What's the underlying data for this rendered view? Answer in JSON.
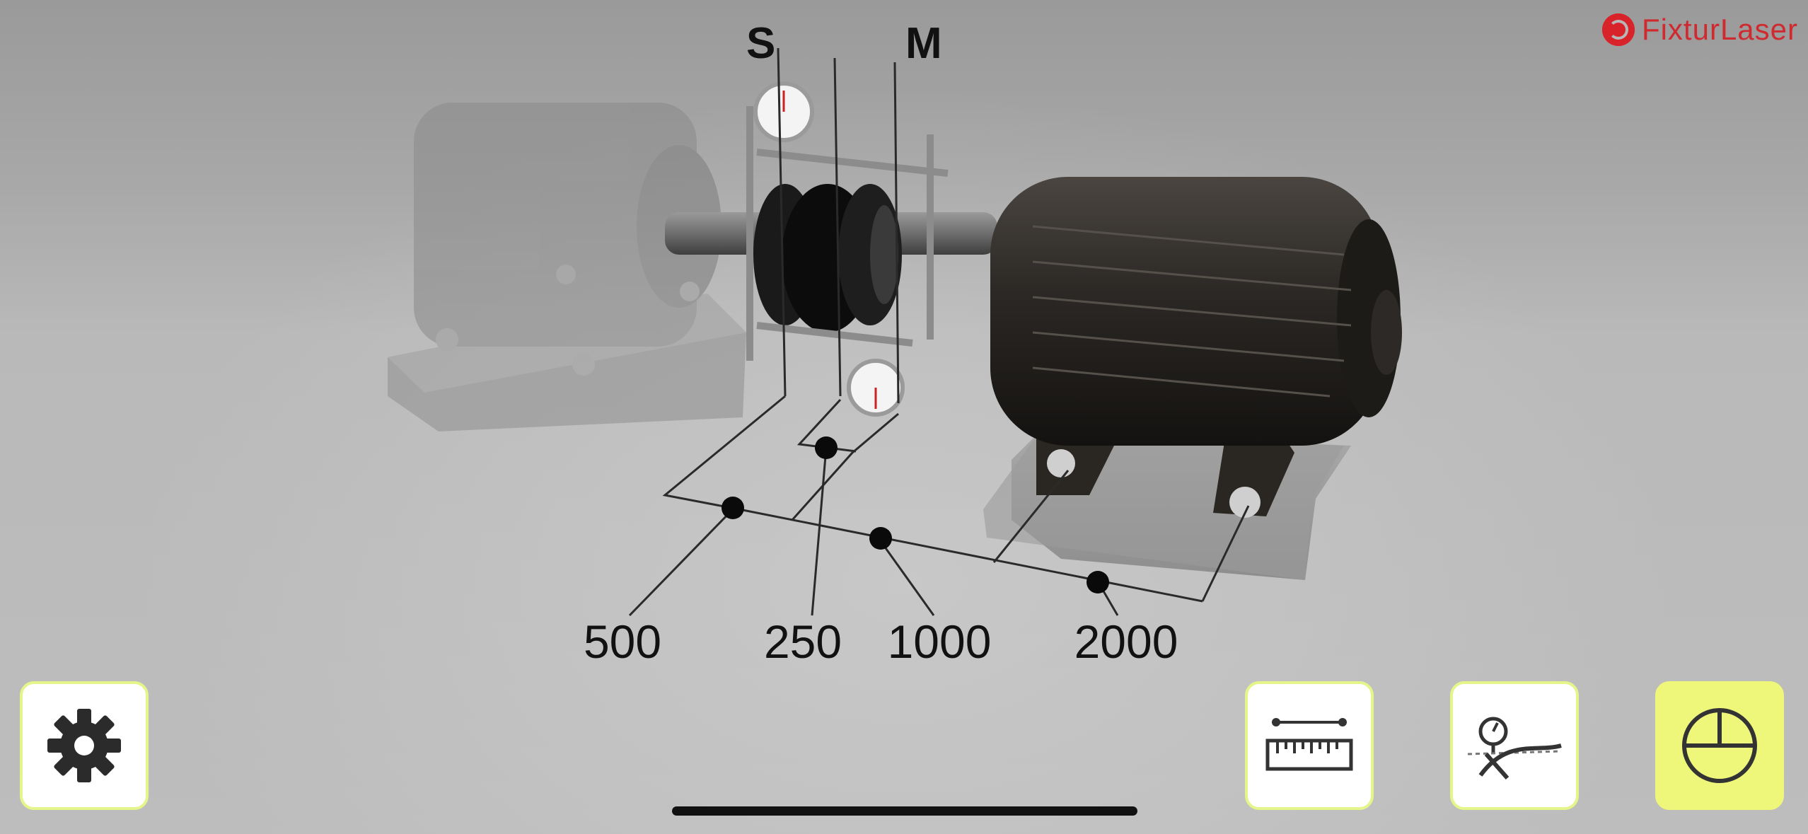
{
  "app": {
    "brand": "FixturLaser"
  },
  "machine": {
    "labels": {
      "stationary": "S",
      "movable": "M"
    },
    "distances": [
      "500",
      "250",
      "1000",
      "2000"
    ]
  },
  "toolbar": {
    "settings_icon": "gear-icon",
    "measure_icon": "ruler-icon",
    "dial_icon": "dial-indicator-icon",
    "align_icon": "target-icon"
  },
  "colors": {
    "accent": "#eef77a",
    "brand": "#d8232a"
  }
}
